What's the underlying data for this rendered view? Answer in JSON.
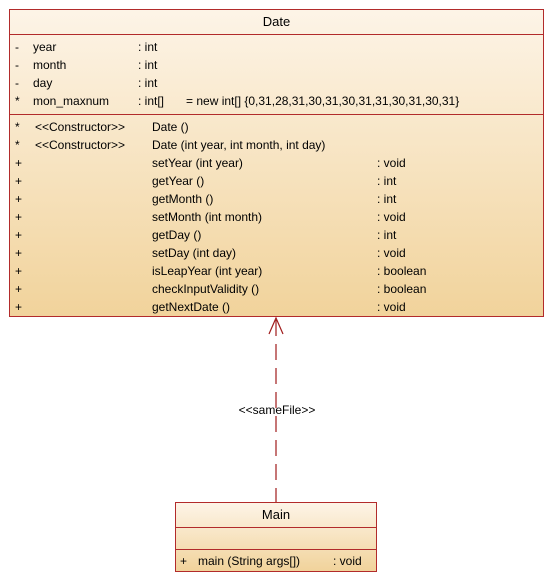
{
  "date_class": {
    "name": "Date",
    "attributes": [
      {
        "vis": "-",
        "name": "year",
        "type": ": int",
        "extra": ""
      },
      {
        "vis": "-",
        "name": "month",
        "type": ": int",
        "extra": ""
      },
      {
        "vis": "-",
        "name": "day",
        "type": ": int",
        "extra": ""
      },
      {
        "vis": "*",
        "name": "mon_maxnum",
        "type": ": int[]",
        "extra": "= new int[] {0,31,28,31,30,31,30,31,31,30,31,30,31}"
      }
    ],
    "constructors": [
      {
        "vis": "*",
        "stereo": "<<Constructor>>",
        "sig": "Date ()"
      },
      {
        "vis": "*",
        "stereo": "<<Constructor>>",
        "sig": "Date (int year, int month, int day)"
      }
    ],
    "methods": [
      {
        "vis": "+",
        "sig": "setYear (int year)",
        "ret": ": void"
      },
      {
        "vis": "+",
        "sig": "getYear ()",
        "ret": ": int"
      },
      {
        "vis": "+",
        "sig": "getMonth ()",
        "ret": ": int"
      },
      {
        "vis": "+",
        "sig": "setMonth (int month)",
        "ret": ": void"
      },
      {
        "vis": "+",
        "sig": "getDay ()",
        "ret": ": int"
      },
      {
        "vis": "+",
        "sig": "setDay (int day)",
        "ret": ": void"
      },
      {
        "vis": "+",
        "sig": "isLeapYear (int year)",
        "ret": ": boolean"
      },
      {
        "vis": "+",
        "sig": "checkInputValidity ()",
        "ret": ": boolean"
      },
      {
        "vis": "+",
        "sig": "getNextDate ()",
        "ret": ": void"
      }
    ]
  },
  "main_class": {
    "name": "Main",
    "methods": [
      {
        "vis": "+",
        "sig": "main (String args[])",
        "ret": ": void"
      }
    ]
  },
  "dependency": {
    "label": "<<sameFile>>",
    "line_color": "#a01c1c"
  },
  "colors": {
    "border": "#b22b2b",
    "fill_top": "#fdf4e7",
    "fill_bottom": "#f1d39b"
  }
}
